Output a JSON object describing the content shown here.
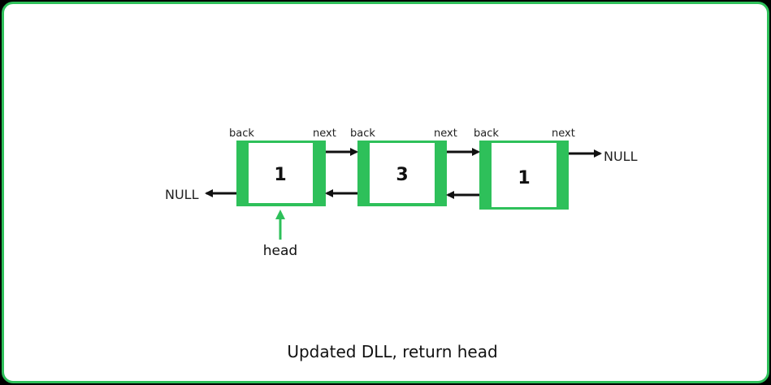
{
  "colors": {
    "accent": "#2ec05a",
    "arrow": "#111111",
    "head_arrow": "#2ec05a"
  },
  "nodes": [
    {
      "value": "1",
      "back_label": "back",
      "next_label": "next"
    },
    {
      "value": "3",
      "back_label": "back",
      "next_label": "next"
    },
    {
      "value": "1",
      "back_label": "back",
      "next_label": "next"
    }
  ],
  "null_left": "NULL",
  "null_right": "NULL",
  "head_label": "head",
  "caption": "Updated DLL, return head"
}
